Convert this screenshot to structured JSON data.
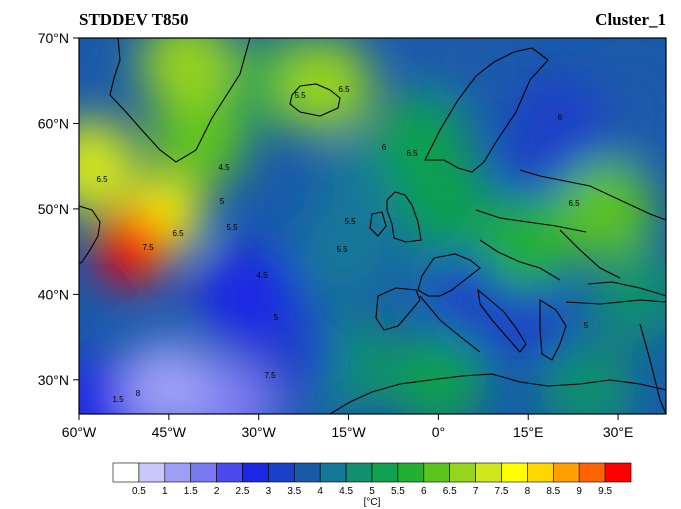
{
  "title_left": "STDDEV T850",
  "title_right": "Cluster_1",
  "chart_data": {
    "type": "heatmap",
    "title": "STDDEV T850",
    "x_ticks": [
      "60°W",
      "45°W",
      "30°W",
      "15°W",
      "0°",
      "15°E",
      "30°E"
    ],
    "x_tick_values": [
      -60,
      -45,
      -30,
      -15,
      0,
      15,
      30
    ],
    "y_ticks": [
      "70°N",
      "60°N",
      "50°N",
      "40°N",
      "30°N"
    ],
    "y_tick_values": [
      70,
      60,
      50,
      40,
      30
    ],
    "xlim": [
      -60,
      38
    ],
    "ylim": [
      26,
      70
    ],
    "levels": [
      "0.5",
      "1",
      "1.5",
      "2",
      "2.5",
      "3",
      "3.5",
      "4",
      "4.5",
      "5",
      "5.5",
      "6",
      "6.5",
      "7",
      "7.5",
      "8",
      "8.5",
      "9",
      "9.5"
    ],
    "level_colors": [
      "#ffffff",
      "#c8c8fa",
      "#9e9ef6",
      "#7878f0",
      "#4a4aee",
      "#1c28e6",
      "#1a40c8",
      "#1a5aaa",
      "#14789a",
      "#10906e",
      "#10a050",
      "#22b030",
      "#5cc41e",
      "#96d41e",
      "#d2e61e",
      "#ffff00",
      "#ffd700",
      "#ffa000",
      "#ff6400",
      "#ff0000"
    ],
    "colorbar_units": "[°C]",
    "contour_labels": [
      "6.5",
      "6.5",
      "7.5",
      "6.5",
      "5.5",
      "5",
      "4.5",
      "5",
      "5.5",
      "6",
      "6.5",
      "7.5",
      "8",
      "4.5",
      "5.5",
      "5.5",
      "6.5",
      "6",
      "5",
      "1.5"
    ],
    "hotspots": [
      {
        "lon": -51,
        "lat": 45.5,
        "value": 9.6
      },
      {
        "lon": -46,
        "lat": 49,
        "value": 7.6
      },
      {
        "lon": -58,
        "lat": 55,
        "value": 7.0
      },
      {
        "lon": -40,
        "lat": 58,
        "value": 6.3
      },
      {
        "lon": -27,
        "lat": 65,
        "value": 5.4
      },
      {
        "lon": -42,
        "lat": 67,
        "value": 6.6
      },
      {
        "lon": -19,
        "lat": 64.5,
        "value": 6.6
      },
      {
        "lon": -3,
        "lat": 58,
        "value": 5.4
      },
      {
        "lon": 1,
        "lat": 51,
        "value": 5.2
      },
      {
        "lon": -16,
        "lat": 45,
        "value": 4.3
      },
      {
        "lon": 28,
        "lat": 50,
        "value": 6.0
      },
      {
        "lon": 33,
        "lat": 40,
        "value": 4.5
      },
      {
        "lon": 15,
        "lat": 46,
        "value": 5.8
      },
      {
        "lon": 2,
        "lat": 42,
        "value": 4.2
      },
      {
        "lon": -15,
        "lat": 32,
        "value": 4.6
      },
      {
        "lon": 0,
        "lat": 30,
        "value": 5.2
      },
      {
        "lon": 25,
        "lat": 29,
        "value": 4.6
      },
      {
        "lon": -45,
        "lat": 29,
        "value": 1.2
      },
      {
        "lon": -35,
        "lat": 27,
        "value": 1.6
      },
      {
        "lon": -57,
        "lat": 27,
        "value": 2.5
      },
      {
        "lon": -32,
        "lat": 40,
        "value": 2.8
      },
      {
        "lon": 20,
        "lat": 60,
        "value": 3.0
      },
      {
        "lon": 32,
        "lat": 62,
        "value": 3.8
      },
      {
        "lon": 24,
        "lat": 56,
        "value": 3.5
      },
      {
        "lon": 14,
        "lat": 38,
        "value": 3.0
      },
      {
        "lon": 6,
        "lat": 39,
        "value": 3.2
      },
      {
        "lon": 18,
        "lat": 54,
        "value": 3.3
      },
      {
        "lon": -25,
        "lat": 33,
        "value": 3.2
      },
      {
        "lon": 5,
        "lat": 68,
        "value": 3.5
      },
      {
        "lon": -12,
        "lat": 53,
        "value": 4.0
      }
    ]
  }
}
